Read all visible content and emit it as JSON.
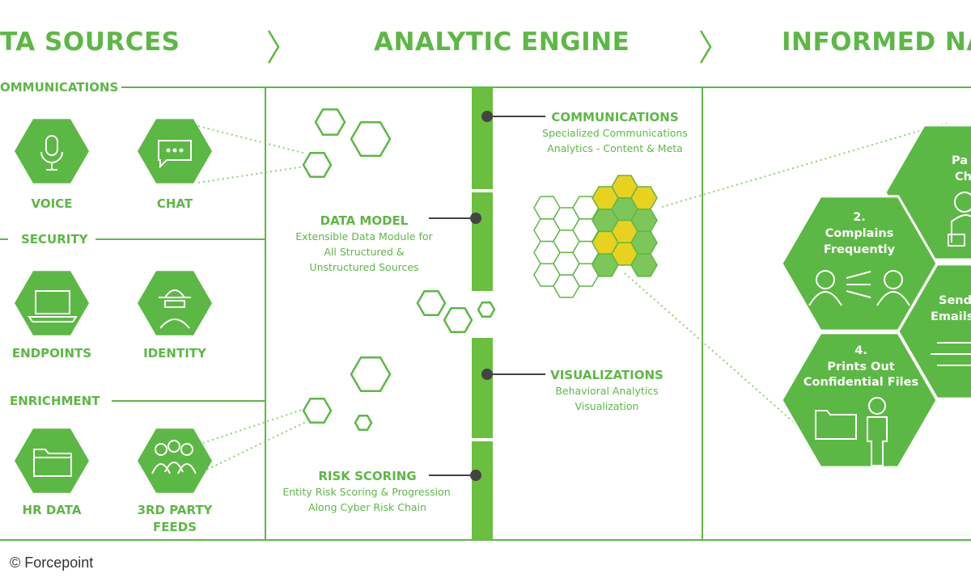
{
  "headers": {
    "data_sources": "TA SOURCES",
    "analytic_engine": "ANALYTIC ENGINE",
    "informed_narrative": "INFORMED NAR"
  },
  "sections": {
    "communications": "OMMUNICATIONS",
    "security": "SECURITY",
    "enrichment": "ENRICHMENT"
  },
  "sources": {
    "voice": "VOICE",
    "chat": "CHAT",
    "endpoints": "ENDPOINTS",
    "identity": "IDENTITY",
    "hr_data": "HR DATA",
    "third_party_line1": "3RD PARTY",
    "third_party_line2": "FEEDS"
  },
  "engine": {
    "communications": {
      "title": "COMMUNICATIONS",
      "line1": "Specialized Communications",
      "line2": "Analytics - Content & Meta"
    },
    "data_model": {
      "title": "DATA MODEL",
      "line1": "Extensible Data Module for",
      "line2": "All Structured &",
      "line3": "Unstructured Sources"
    },
    "visualizations": {
      "title": "VISUALIZATIONS",
      "line1": "Behavioral Analytics",
      "line2": "Visualization"
    },
    "risk_scoring": {
      "title": "RISK SCORING",
      "line1": "Entity Risk Scoring & Progression",
      "line2": "Along Cyber Risk Chain"
    }
  },
  "narrative": {
    "item2_num": "2.",
    "item2_line1": "Complains",
    "item2_line2": "Frequently",
    "item4_num": "4.",
    "item4_line1": "Prints Out",
    "item4_line2": "Confidential Files",
    "top_partial_line1": "Pa",
    "top_partial_line2": "Ch",
    "mid_partial_line1": "Send",
    "mid_partial_line2": "Emails"
  },
  "credit": "© Forcepoint",
  "colors": {
    "green": "#5cb844",
    "hex_yellow": "#e8d21f",
    "bar_green": "#6abf3f",
    "dark_dot": "#444444"
  }
}
